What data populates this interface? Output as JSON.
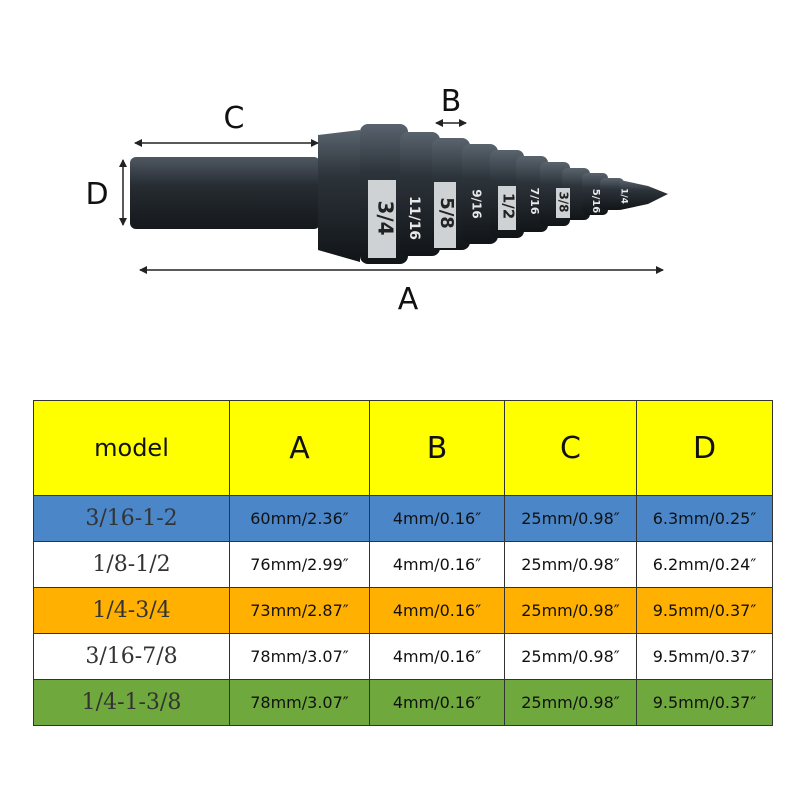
{
  "diagram": {
    "dimension_labels": [
      "A",
      "B",
      "C",
      "D"
    ],
    "step_markings": [
      "3/4",
      "11/16",
      "5/8",
      "9/16",
      "1/2",
      "7/16",
      "3/8",
      "5/16",
      "1/4"
    ]
  },
  "table": {
    "headers": [
      "model",
      "A",
      "B",
      "C",
      "D"
    ],
    "rows": [
      {
        "model": "3/16-1-2",
        "A": "60mm/2.36″",
        "B": "4mm/0.16″",
        "C": "25mm/0.98″",
        "D": "6.3mm/0.25″",
        "color": "#4a86c8"
      },
      {
        "model": "1/8-1/2",
        "A": "76mm/2.99″",
        "B": "4mm/0.16″",
        "C": "25mm/0.98″",
        "D": "6.2mm/0.24″",
        "color": "#ffffff"
      },
      {
        "model": "1/4-3/4",
        "A": "73mm/2.87″",
        "B": "4mm/0.16″",
        "C": "25mm/0.98″",
        "D": "9.5mm/0.37″",
        "color": "#ffb000"
      },
      {
        "model": "3/16-7/8",
        "A": "78mm/3.07″",
        "B": "4mm/0.16″",
        "C": "25mm/0.98″",
        "D": "9.5mm/0.37″",
        "color": "#ffffff"
      },
      {
        "model": "1/4-1-3/8",
        "A": "78mm/3.07″",
        "B": "4mm/0.16″",
        "C": "25mm/0.98″",
        "D": "9.5mm/0.37″",
        "color": "#6fa83c"
      }
    ],
    "header_color": "#ffff00"
  }
}
